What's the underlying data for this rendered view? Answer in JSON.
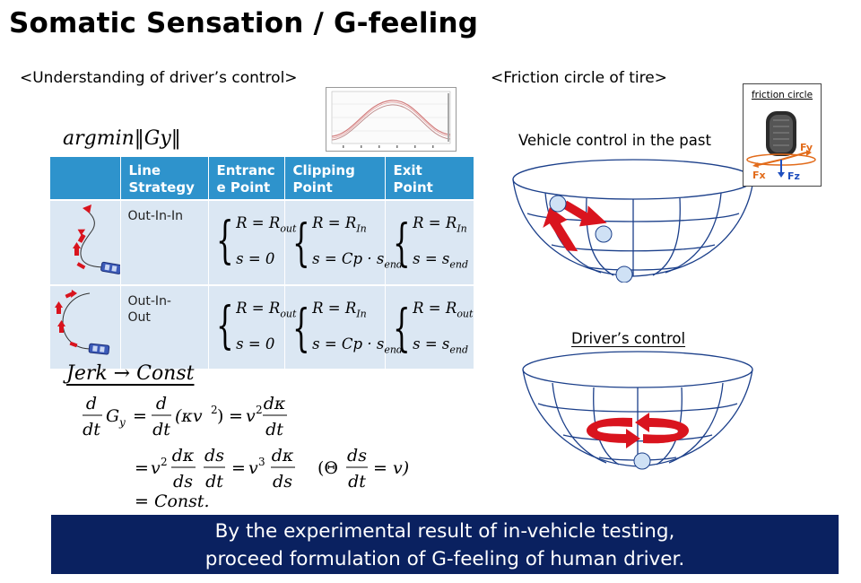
{
  "title": "Somatic Sensation / G-feeling",
  "subtitle_left": "<Understanding of driver’s control>",
  "subtitle_right": "<Friction circle of tire>",
  "argmin_label": "argmin‖Gy‖",
  "table": {
    "headers": [
      "Line\nStrategy",
      "Entranc\ne Point",
      "Clipping\nPoint",
      "Exit\nPoint"
    ],
    "rows": [
      {
        "name": "Out-In-In",
        "entrance": [
          "R = R",
          "out",
          "s = 0",
          ""
        ],
        "clipping": [
          "R = R",
          "In",
          "s = Cp · s",
          "end"
        ],
        "exit": [
          "R = R",
          "In",
          "s = s",
          "end"
        ]
      },
      {
        "name": "Out-In-\nOut",
        "entrance": [
          "R = R",
          "out",
          "s = 0",
          ""
        ],
        "clipping": [
          "R = R",
          "In",
          "s = Cp · s",
          "end"
        ],
        "exit": [
          "R = R",
          "out",
          "s = s",
          "end"
        ]
      }
    ]
  },
  "jerk_label": "Jerk → Const",
  "formula": {
    "d": "d",
    "dt": "dt",
    "G": "G",
    "y": "y",
    "kv": "(κv",
    "two": "2",
    "three": "3",
    "close": ")",
    "eq": "=",
    "v": "v",
    "dk": "dκ",
    "ds": "ds",
    "theta": "(Θ",
    "eqv": "= v)",
    "const": "= Const."
  },
  "vehicle_past_label": "Vehicle control in the past",
  "driver_control_label": "Driver’s control",
  "inset": {
    "caption": "friction circle",
    "fy": "Fy",
    "fx": "Fx",
    "fz": "Fz"
  },
  "banner": {
    "line1": "By the experimental result of in-vehicle testing,",
    "line2": "proceed formulation of G-feeling of human driver."
  },
  "colors": {
    "table_header": "#2e93cc",
    "table_body": "#dbe7f3",
    "banner": "#0a2160",
    "arrow_red": "#d9141e",
    "ball_blue": "#cfe1f5",
    "bowl_line": "#1b3f8a"
  }
}
